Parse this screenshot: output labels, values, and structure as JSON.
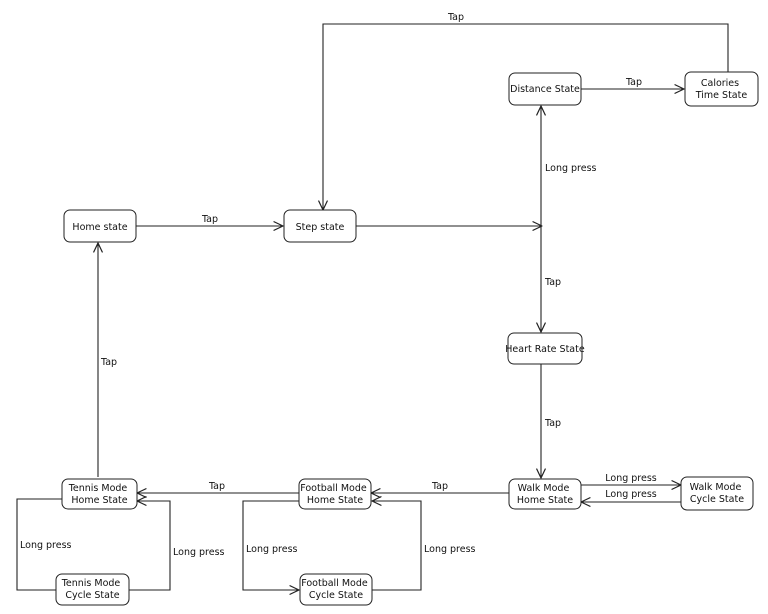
{
  "diagram": {
    "nodes": {
      "home": {
        "lines": [
          "Home state"
        ]
      },
      "step": {
        "lines": [
          "Step state"
        ]
      },
      "distance": {
        "lines": [
          "Distance State"
        ]
      },
      "calories": {
        "lines": [
          "Calories",
          "Time State"
        ]
      },
      "heart_rate": {
        "lines": [
          "Heart Rate State"
        ]
      },
      "walk_home": {
        "lines": [
          "Walk Mode",
          "Home State"
        ]
      },
      "walk_cycle": {
        "lines": [
          "Walk Mode",
          "Cycle State"
        ]
      },
      "football_home": {
        "lines": [
          "Football Mode",
          "Home State"
        ]
      },
      "football_cycle": {
        "lines": [
          "Football Mode",
          "Cycle State"
        ]
      },
      "tennis_home": {
        "lines": [
          "Tennis Mode",
          "Home State"
        ]
      },
      "tennis_cycle": {
        "lines": [
          "Tennis Mode",
          "Cycle State"
        ]
      }
    },
    "edges": {
      "home_to_step": "Tap",
      "calories_to_step": "Tap",
      "distance_to_calories": "Tap",
      "step_junction_to_distance": "Long press",
      "step_junction_to_heart_rate": "Tap",
      "heart_rate_to_walk_home": "Tap",
      "walk_home_to_walk_cycle": "Long press",
      "walk_cycle_to_walk_home": "Long press",
      "walk_home_to_football_home": "Tap",
      "football_home_to_tennis_home": "Tap",
      "tennis_home_to_home": "Tap",
      "tennis_home_to_tennis_cycle": "Long press",
      "tennis_cycle_to_tennis_home": "Long press",
      "football_home_to_football_cycle": "Long press",
      "football_cycle_to_football_home": "Long press"
    }
  }
}
